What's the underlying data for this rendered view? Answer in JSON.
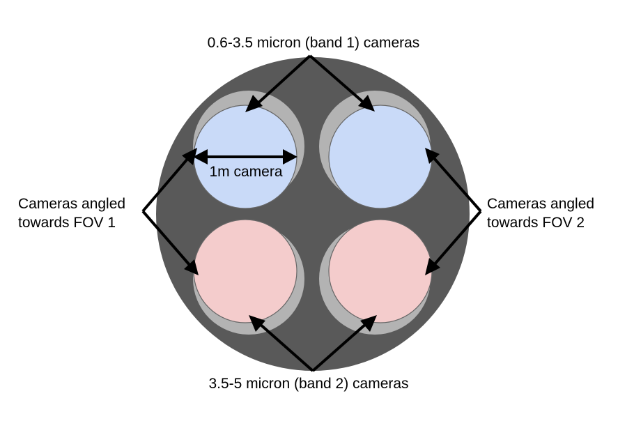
{
  "colors": {
    "background": "#ffffff",
    "housing": "#595959",
    "mount_ring": "#b3b3b3",
    "band1_camera": "#c9daf8",
    "band2_camera": "#f4cccc",
    "camera_outline": "#666666",
    "arrows": "#000000",
    "text": "#000000"
  },
  "labels": {
    "band1": "0.6-3.5 micron (band 1) cameras",
    "band2": "3.5-5 micron (band 2) cameras",
    "fov1_line1": "Cameras angled",
    "fov1_line2": "towards FOV 1",
    "fov2_line1": "Cameras angled",
    "fov2_line2": "towards FOV 2",
    "camera_size": "1m camera"
  },
  "cameras": [
    {
      "band": "band 1",
      "fov": "FOV 1"
    },
    {
      "band": "band 1",
      "fov": "FOV 2"
    },
    {
      "band": "band 2",
      "fov": "FOV 1"
    },
    {
      "band": "band 2",
      "fov": "FOV 2"
    }
  ]
}
